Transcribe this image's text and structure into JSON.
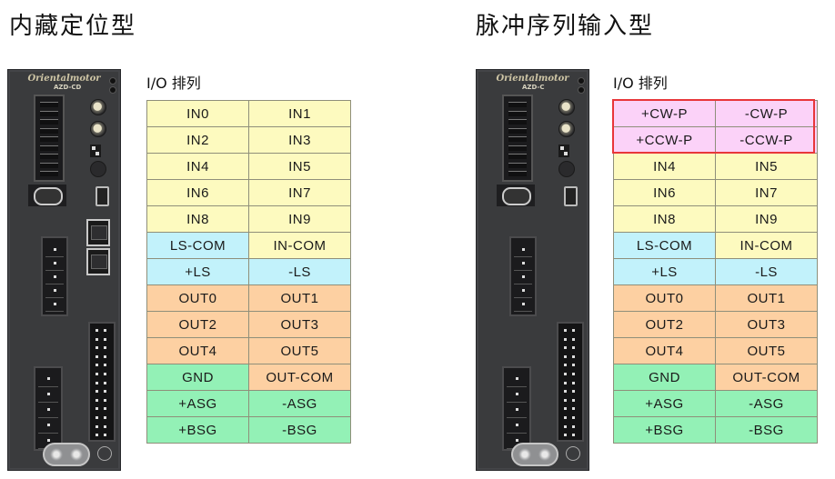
{
  "panels": [
    {
      "title": "内藏定位型",
      "io_label": "I/O 排列",
      "device": {
        "brand": "Orientalmotor",
        "model": "AZD-CD"
      },
      "rows": [
        [
          {
            "text": "IN0",
            "color": "yellow"
          },
          {
            "text": "IN1",
            "color": "yellow"
          }
        ],
        [
          {
            "text": "IN2",
            "color": "yellow"
          },
          {
            "text": "IN3",
            "color": "yellow"
          }
        ],
        [
          {
            "text": "IN4",
            "color": "yellow"
          },
          {
            "text": "IN5",
            "color": "yellow"
          }
        ],
        [
          {
            "text": "IN6",
            "color": "yellow"
          },
          {
            "text": "IN7",
            "color": "yellow"
          }
        ],
        [
          {
            "text": "IN8",
            "color": "yellow"
          },
          {
            "text": "IN9",
            "color": "yellow"
          }
        ],
        [
          {
            "text": "LS-COM",
            "color": "cyan"
          },
          {
            "text": "IN-COM",
            "color": "yellow"
          }
        ],
        [
          {
            "text": "+LS",
            "color": "cyan"
          },
          {
            "text": "-LS",
            "color": "cyan"
          }
        ],
        [
          {
            "text": "OUT0",
            "color": "orange"
          },
          {
            "text": "OUT1",
            "color": "orange"
          }
        ],
        [
          {
            "text": "OUT2",
            "color": "orange"
          },
          {
            "text": "OUT3",
            "color": "orange"
          }
        ],
        [
          {
            "text": "OUT4",
            "color": "orange"
          },
          {
            "text": "OUT5",
            "color": "orange"
          }
        ],
        [
          {
            "text": "GND",
            "color": "green"
          },
          {
            "text": "OUT-COM",
            "color": "orange"
          }
        ],
        [
          {
            "text": "+ASG",
            "color": "green"
          },
          {
            "text": "-ASG",
            "color": "green"
          }
        ],
        [
          {
            "text": "+BSG",
            "color": "green"
          },
          {
            "text": "-BSG",
            "color": "green"
          }
        ]
      ],
      "highlight_rows": 0
    },
    {
      "title": "脉冲序列输入型",
      "io_label": "I/O 排列",
      "device": {
        "brand": "Orientalmotor",
        "model": "AZD-C"
      },
      "rows": [
        [
          {
            "text": "+CW-P",
            "color": "pink"
          },
          {
            "text": "-CW-P",
            "color": "pink"
          }
        ],
        [
          {
            "text": "+CCW-P",
            "color": "pink"
          },
          {
            "text": "-CCW-P",
            "color": "pink"
          }
        ],
        [
          {
            "text": "IN4",
            "color": "yellow"
          },
          {
            "text": "IN5",
            "color": "yellow"
          }
        ],
        [
          {
            "text": "IN6",
            "color": "yellow"
          },
          {
            "text": "IN7",
            "color": "yellow"
          }
        ],
        [
          {
            "text": "IN8",
            "color": "yellow"
          },
          {
            "text": "IN9",
            "color": "yellow"
          }
        ],
        [
          {
            "text": "LS-COM",
            "color": "cyan"
          },
          {
            "text": "IN-COM",
            "color": "yellow"
          }
        ],
        [
          {
            "text": "+LS",
            "color": "cyan"
          },
          {
            "text": "-LS",
            "color": "cyan"
          }
        ],
        [
          {
            "text": "OUT0",
            "color": "orange"
          },
          {
            "text": "OUT1",
            "color": "orange"
          }
        ],
        [
          {
            "text": "OUT2",
            "color": "orange"
          },
          {
            "text": "OUT3",
            "color": "orange"
          }
        ],
        [
          {
            "text": "OUT4",
            "color": "orange"
          },
          {
            "text": "OUT5",
            "color": "orange"
          }
        ],
        [
          {
            "text": "GND",
            "color": "green"
          },
          {
            "text": "OUT-COM",
            "color": "orange"
          }
        ],
        [
          {
            "text": "+ASG",
            "color": "green"
          },
          {
            "text": "-ASG",
            "color": "green"
          }
        ],
        [
          {
            "text": "+BSG",
            "color": "green"
          },
          {
            "text": "-BSG",
            "color": "green"
          }
        ]
      ],
      "highlight_rows": 2
    }
  ],
  "colors": {
    "yellow": "#fdfabf",
    "cyan": "#c2f2fb",
    "orange": "#fdd0a2",
    "green": "#93f1b6",
    "pink": "#fbd2f8",
    "highlight_border": "#e8363a"
  }
}
